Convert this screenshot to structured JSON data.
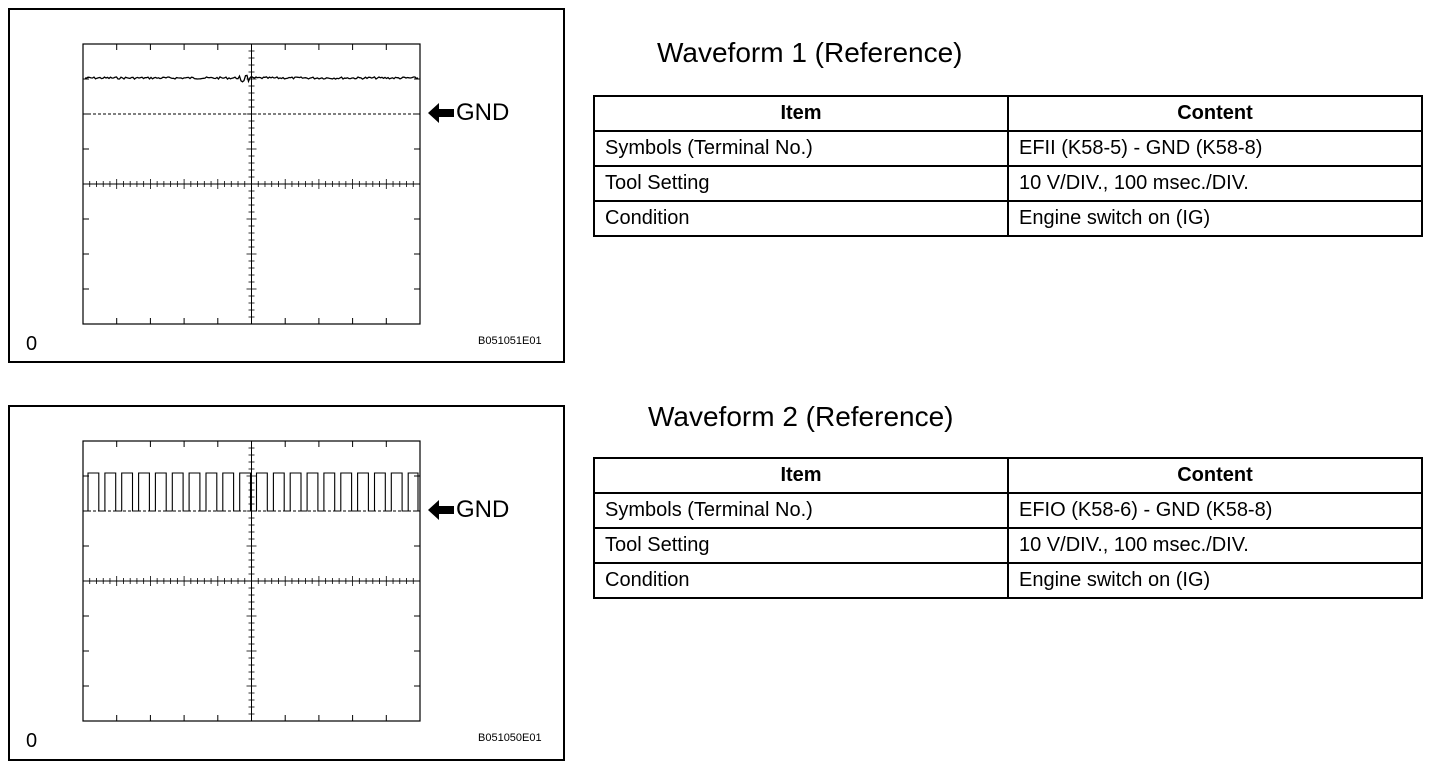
{
  "figures": [
    {
      "title": "Waveform 1 (Reference)",
      "gnd_label": "GND",
      "zero_label": "0",
      "code": "B051051E01",
      "signal": "flat",
      "table": {
        "headers": [
          "Item",
          "Content"
        ],
        "rows": [
          [
            "Symbols (Terminal No.)",
            "EFII (K58-5) - GND (K58-8)"
          ],
          [
            "Tool Setting",
            "10 V/DIV., 100 msec./DIV."
          ],
          [
            "Condition",
            "Engine switch on (IG)"
          ]
        ]
      }
    },
    {
      "title": "Waveform 2 (Reference)",
      "gnd_label": "GND",
      "zero_label": "0",
      "code": "B051050E01",
      "signal": "pulse",
      "table": {
        "headers": [
          "Item",
          "Content"
        ],
        "rows": [
          [
            "Symbols (Terminal No.)",
            "EFIO (K58-6) - GND (K58-8)"
          ],
          [
            "Tool Setting",
            "10 V/DIV., 100 msec./DIV."
          ],
          [
            "Condition",
            "Engine switch on (IG)"
          ]
        ]
      }
    }
  ]
}
